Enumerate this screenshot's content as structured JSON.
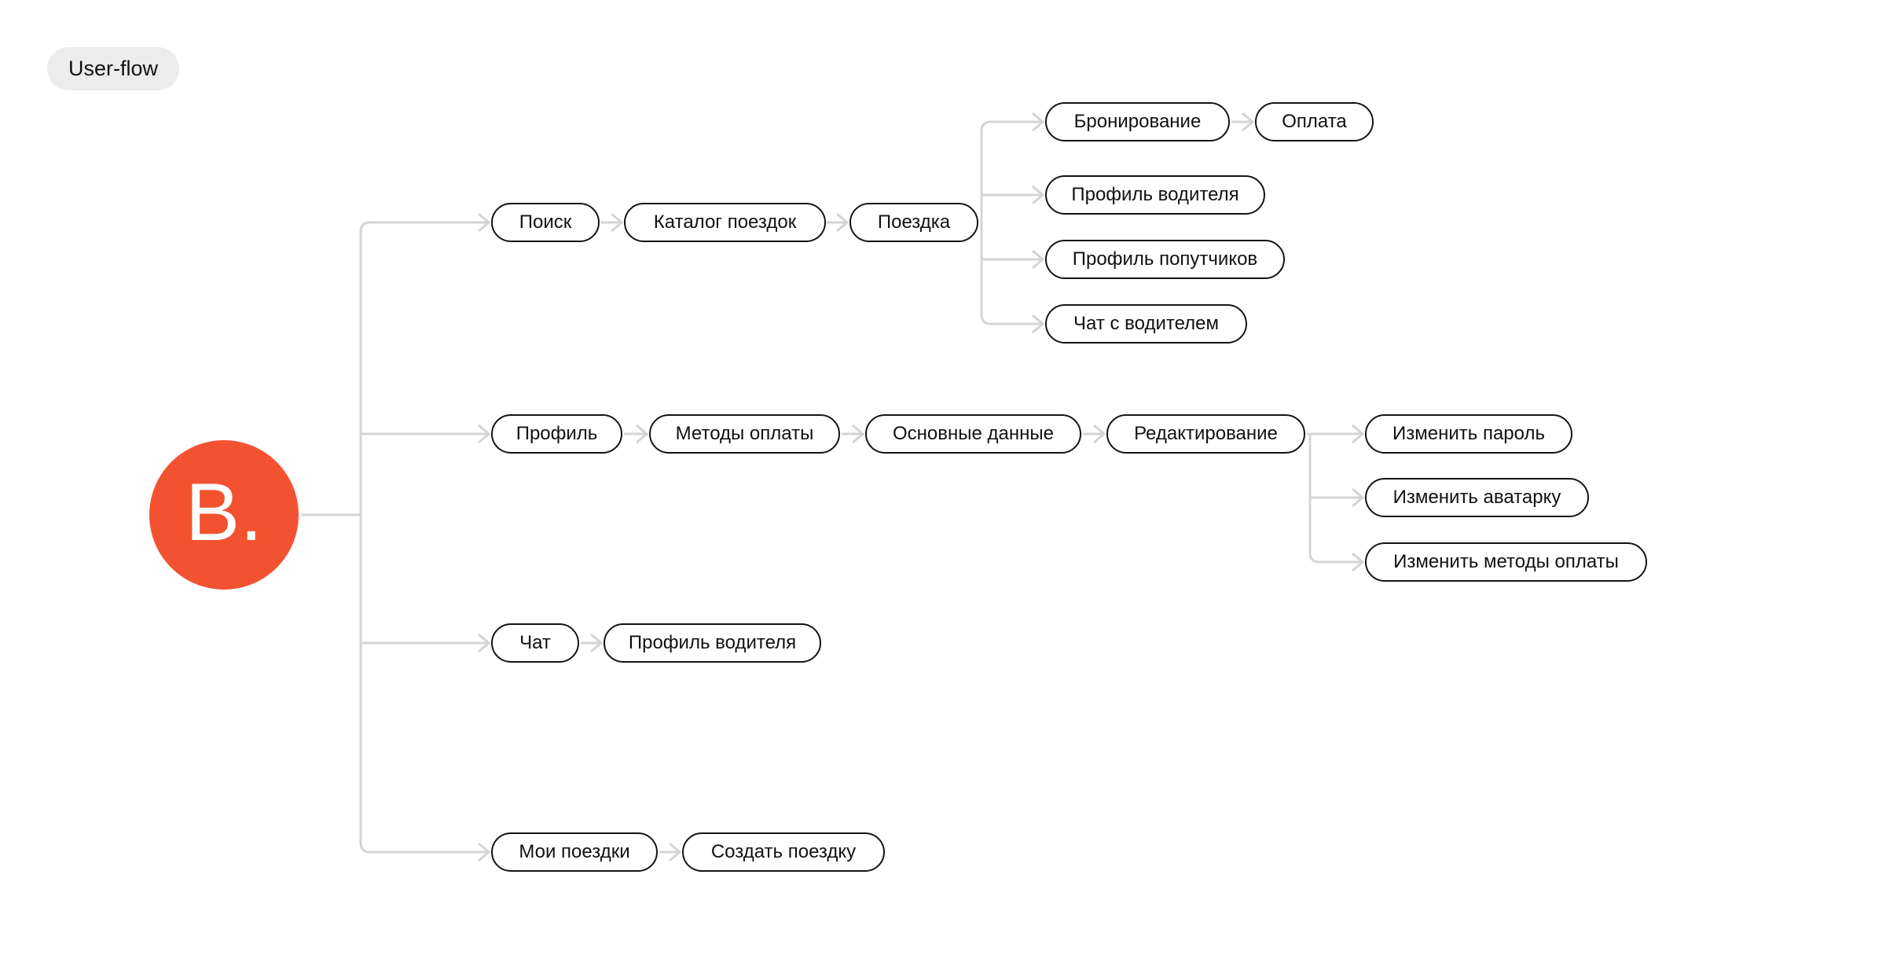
{
  "badge": {
    "label": "User-flow"
  },
  "root": {
    "label": "B."
  },
  "colors": {
    "canvas_bg": "#FFFFFF",
    "accent": "#F2522F",
    "connector": "#D4D4D4",
    "node_border": "#141414",
    "node_bg": "#FFFFFF",
    "badge_bg": "#ECECEC",
    "text": "#111111"
  },
  "nodes": {
    "search": "Поиск",
    "trip_catalog": "Каталог поездок",
    "trip": "Поездка",
    "booking": "Бронирование",
    "payment": "Оплата",
    "driver_profile": "Профиль водителя",
    "fellow_passengers_profile": "Профиль попутчиков",
    "chat_with_driver": "Чат с водителем",
    "profile": "Профиль",
    "payment_methods": "Методы оплаты",
    "basic_data": "Основные данные",
    "editing": "Редактирование",
    "change_password": "Изменить пароль",
    "change_avatar": "Изменить аватарку",
    "change_payment_methods": "Изменить методы оплаты",
    "chat": "Чат",
    "driver_profile_chat": "Профиль водителя",
    "my_trips": "Мои поездки",
    "create_trip": "Создать поездку"
  },
  "edges": [
    [
      "root",
      "search"
    ],
    [
      "search",
      "trip_catalog"
    ],
    [
      "trip_catalog",
      "trip"
    ],
    [
      "trip",
      "booking"
    ],
    [
      "booking",
      "payment"
    ],
    [
      "trip",
      "driver_profile"
    ],
    [
      "trip",
      "fellow_passengers_profile"
    ],
    [
      "trip",
      "chat_with_driver"
    ],
    [
      "root",
      "profile"
    ],
    [
      "profile",
      "payment_methods"
    ],
    [
      "payment_methods",
      "basic_data"
    ],
    [
      "basic_data",
      "editing"
    ],
    [
      "editing",
      "change_password"
    ],
    [
      "editing",
      "change_avatar"
    ],
    [
      "editing",
      "change_payment_methods"
    ],
    [
      "root",
      "chat"
    ],
    [
      "chat",
      "driver_profile_chat"
    ],
    [
      "root",
      "my_trips"
    ],
    [
      "my_trips",
      "create_trip"
    ]
  ]
}
